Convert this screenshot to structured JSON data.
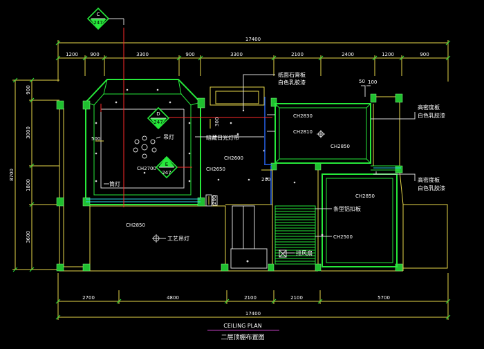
{
  "title": {
    "english": "CEILING PLAN",
    "chinese": "二层顶棚布置图"
  },
  "markers": {
    "c": {
      "letter": "C",
      "number": "247"
    },
    "d": {
      "letter": "D",
      "number": "247"
    },
    "e": {
      "letter": "E",
      "number": "247"
    }
  },
  "dims": {
    "top_total": "17400",
    "top": [
      "1200",
      "900",
      "3300",
      "900",
      "3300",
      "2100",
      "2400",
      "1200",
      "900"
    ],
    "top_small": [
      "50",
      "100"
    ],
    "bottom_total": "17400",
    "bottom": [
      "2700",
      "4800",
      "2100",
      "2100",
      "5700"
    ],
    "left_total": "8700",
    "left": [
      "900",
      "3000",
      "1800",
      "3600"
    ],
    "inner": [
      "500",
      "300",
      "200",
      "200"
    ]
  },
  "heights": {
    "ch2830": "CH2830",
    "ch2810": "CH2810",
    "ch2850_a": "CH2850",
    "ch2600": "CH2600",
    "ch2650_a": "CH2650",
    "ch2700": "CH2700",
    "ch2850_b": "CH2850",
    "ch2850_c": "CH2850",
    "ch2500": "CH2500"
  },
  "annotations": {
    "gypsum_line1": "纸面石膏板",
    "gypsum_line2": "白色乳胶漆",
    "density_a_line1": "高密度板",
    "density_a_line2": "白色乳胶漆",
    "density_b_line1": "高密度板",
    "density_b_line2": "白色乳胶漆",
    "chandelier": "吊灯",
    "hidden_light": "暗藏日光灯带",
    "downlight": "筒灯",
    "art_chandelier": "工艺吊灯",
    "strip_aluminum": "条型铝扣板",
    "exhaust_fan": "排风扇"
  }
}
